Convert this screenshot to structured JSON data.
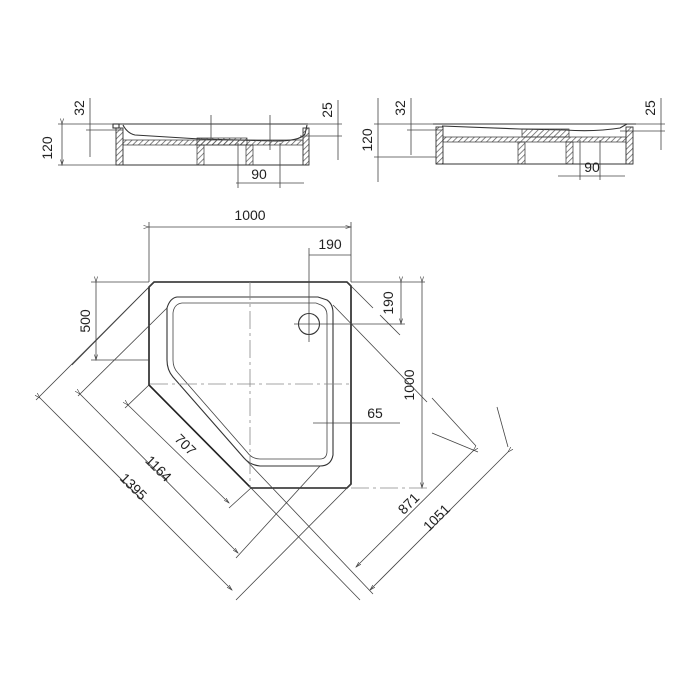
{
  "drawing": {
    "title": "Pentagonal shower tray technical drawing",
    "colors": {
      "line": "#222222",
      "thin_line": "#444444",
      "background": "#ffffff",
      "hatch": "#555555"
    }
  },
  "section_left": {
    "dims": {
      "total_height": "120",
      "rim_depth": "32",
      "right_depth": "25",
      "drain_width": "90"
    }
  },
  "section_right": {
    "dims": {
      "total_height": "120",
      "rim_depth": "32",
      "right_depth": "25",
      "drain_width": "90"
    }
  },
  "plan": {
    "dims": {
      "width_top": "1000",
      "drain_offset_x": "190",
      "drain_offset_y": "190",
      "height_right": "1000",
      "left_side": "500",
      "rim_width": "65",
      "diag_inner": "707",
      "diag_mid": "1164",
      "diag_outer": "1395",
      "diag_right_inner": "871",
      "diag_right_outer": "1051"
    }
  }
}
